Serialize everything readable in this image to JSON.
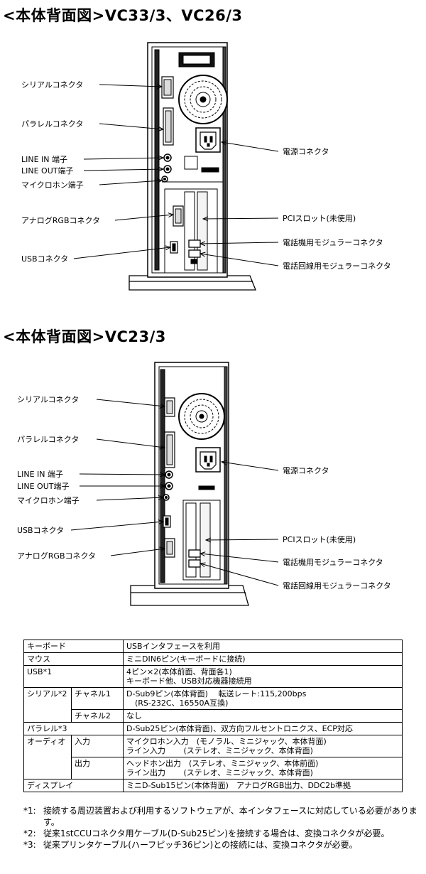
{
  "fig1": {
    "title": "<本体背面図>VC33/3、VC26/3",
    "labels": {
      "serial": "シリアルコネクタ",
      "parallel": "パラレルコネクタ",
      "line_in": "LINE IN 端子",
      "line_out": "LINE OUT端子",
      "mic": "マイクロホン端子",
      "rgb": "アナログRGBコネクタ",
      "usb": "USBコネクタ",
      "power": "電源コネクタ",
      "pci": "PCIスロット(未使用)",
      "phone": "電話機用モジュラーコネクタ",
      "line": "電話回線用モジュラーコネクタ"
    }
  },
  "fig2": {
    "title": "<本体背面図>VC23/3",
    "labels": {
      "serial": "シリアルコネクタ",
      "parallel": "パラレルコネクタ",
      "line_in": "LINE IN 端子",
      "line_out": "LINE OUT端子",
      "mic": "マイクロホン端子",
      "usb": "USBコネクタ",
      "rgb": "アナログRGBコネクタ",
      "power": "電源コネクタ",
      "pci": "PCIスロット(未使用)",
      "phone": "電話機用モジュラーコネクタ",
      "line": "電話回線用モジュラーコネクタ"
    }
  },
  "table": {
    "keyboard": {
      "h": "キーボード",
      "v": "USBインタフェースを利用"
    },
    "mouse": {
      "h": "マウス",
      "v": "ミニDIN6ピン(キーボードに接続)"
    },
    "usb": {
      "h": "USB*1",
      "v1": "4ピン×2(本体前面、背面各1)",
      "v2": "キーボード他、USB対応機器接続用"
    },
    "serial": {
      "h": "シリアル*2",
      "ch1": "チャネル1",
      "ch1_v1": "D-Sub9ピン(本体背面)　 転送レート:115,200bps",
      "ch1_v2": "(RS-232C、16550A互換)",
      "ch2": "チャネル2",
      "ch2_v": "なし"
    },
    "parallel": {
      "h": "パラレル*3",
      "v": "D-Sub25ピン(本体背面)、双方向フルセントロニクス、ECP対応"
    },
    "audio": {
      "h": "オーディオ",
      "in": "入力",
      "in_v1": "マイクロホン入力　(モノラル、ミニジャック、本体背面)",
      "in_v2": "ライン入力　　 (ステレオ、ミニジャック、本体背面)",
      "out": "出力",
      "out_v1": "ヘッドホン出力　(ステレオ、ミニジャック、本体前面)",
      "out_v2": "ライン出力　　 (ステレオ、ミニジャック、本体背面)"
    },
    "display": {
      "h": "ディスプレイ",
      "v": "ミニD-Sub15ピン(本体背面)　アナログRGB出力、DDC2b準拠"
    }
  },
  "notes": [
    {
      "k": "*1:",
      "t": "接続する周辺装置および利用するソフトウェアが、本インタフェースに対応している必要があります。"
    },
    {
      "k": "*2:",
      "t": "従来1stCCUコネクタ用ケーブル(D-Sub25ピン)を接続する場合は、変換コネクタが必要。"
    },
    {
      "k": "*3:",
      "t": "従来プリンタケーブル(ハーフピッチ36ピン)との接続には、変換コネクタが必要。"
    }
  ]
}
